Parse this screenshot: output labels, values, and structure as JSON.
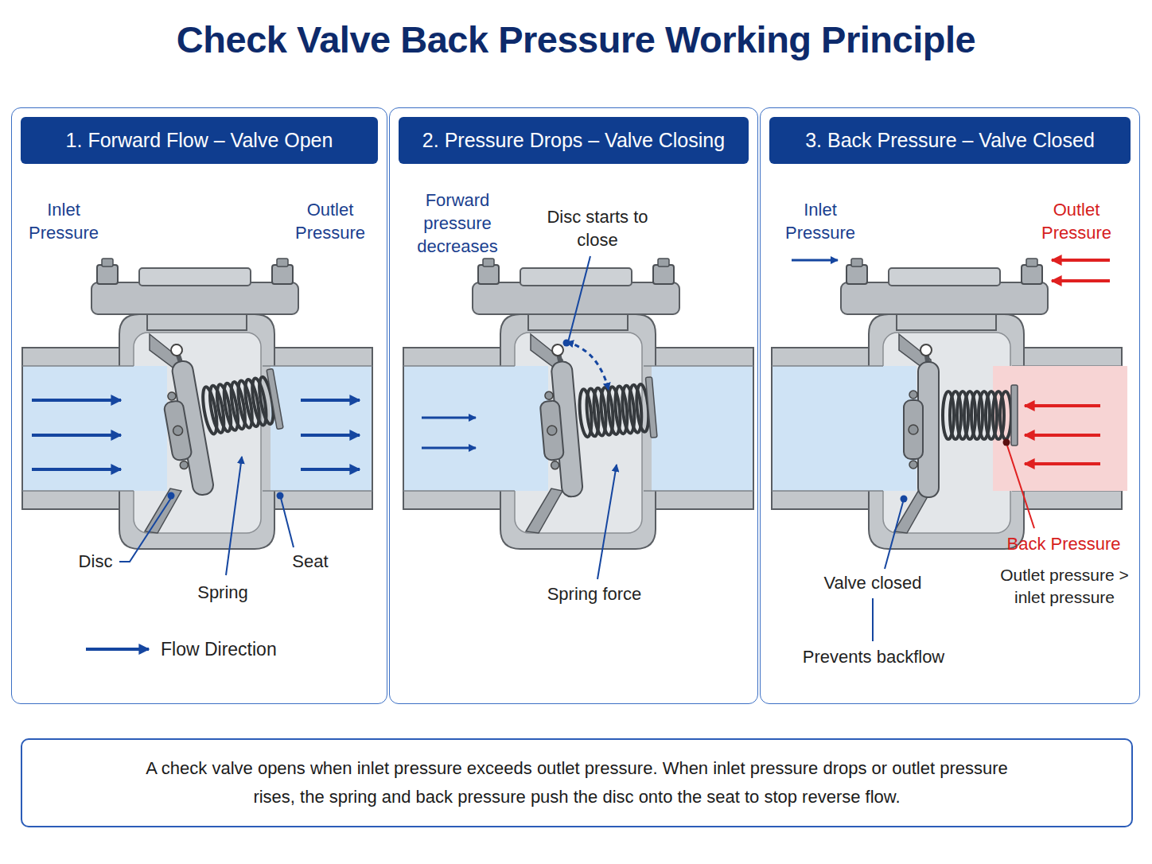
{
  "diagram": {
    "title": "Check Valve Back Pressure Working Principle",
    "caption": "A check valve opens when inlet pressure exceeds outlet pressure. When inlet pressure drops or outlet pressure rises, the spring and back pressure push the disc onto the seat to stop reverse flow.",
    "nodes": [
      {
        "text": [
          "1. Forward Flow – Valve Open"
        ]
      },
      {
        "text": [
          "2. Pressure Drops – Valve Closing"
        ]
      },
      {
        "text": [
          "3. Back Pressure – Valve Closed"
        ]
      }
    ],
    "labels": [
      "Inlet Pressure",
      "Outlet Pressure",
      "Disc",
      "Spring",
      "Seat",
      "Forward pressure decreases",
      "Disc starts to close",
      "Spring force",
      "Inlet Pressure",
      "Outlet Pressure",
      "Back Pressure",
      "Outlet pressure > inlet pressure",
      "Valve closed",
      "Prevents backflow"
    ],
    "legend": [
      {
        "text": "Flow Direction"
      }
    ]
  }
}
